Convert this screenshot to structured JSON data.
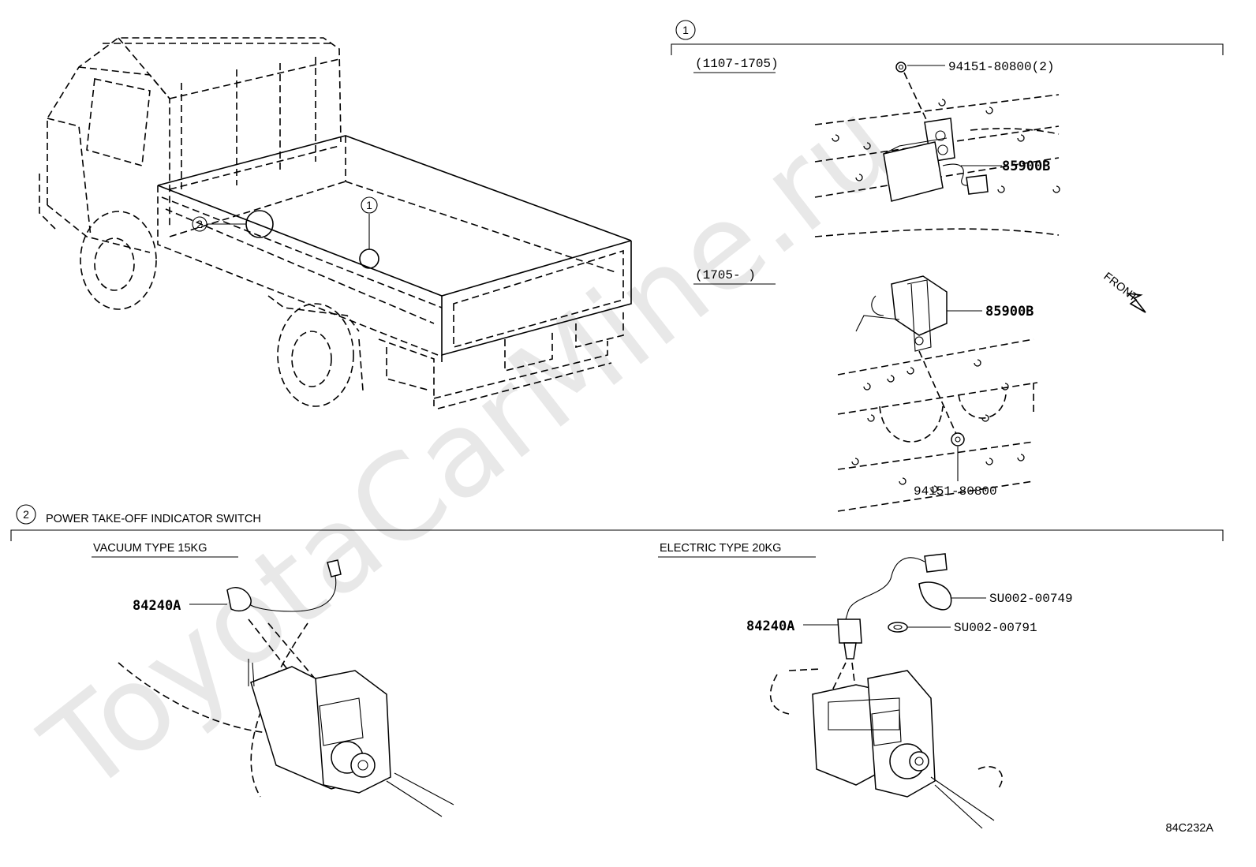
{
  "watermark": "ToyotaCarMine.ru",
  "section1": {
    "marker": "1",
    "variant_a": {
      "range_label": "(1107-1705)",
      "nut_part": "94151-80800(2)",
      "switch_part": "85900B"
    },
    "variant_b": {
      "range_label": "(1705-      )",
      "switch_part": "85900B",
      "nut_part": "94151-80800"
    },
    "front_label": "FRONT"
  },
  "truck": {
    "callout_1": "1",
    "callout_2": "2"
  },
  "section2": {
    "marker": "2",
    "title": "POWER TAKE-OFF INDICATOR SWITCH",
    "vacuum": {
      "label": "VACUUM TYPE 15KG",
      "part": "84240A"
    },
    "electric": {
      "label": "ELECTRIC TYPE  20KG",
      "part": "84240A",
      "part_b": "SU002-00749",
      "part_c": "SU002-00791"
    }
  },
  "figure_code": "84C232A"
}
